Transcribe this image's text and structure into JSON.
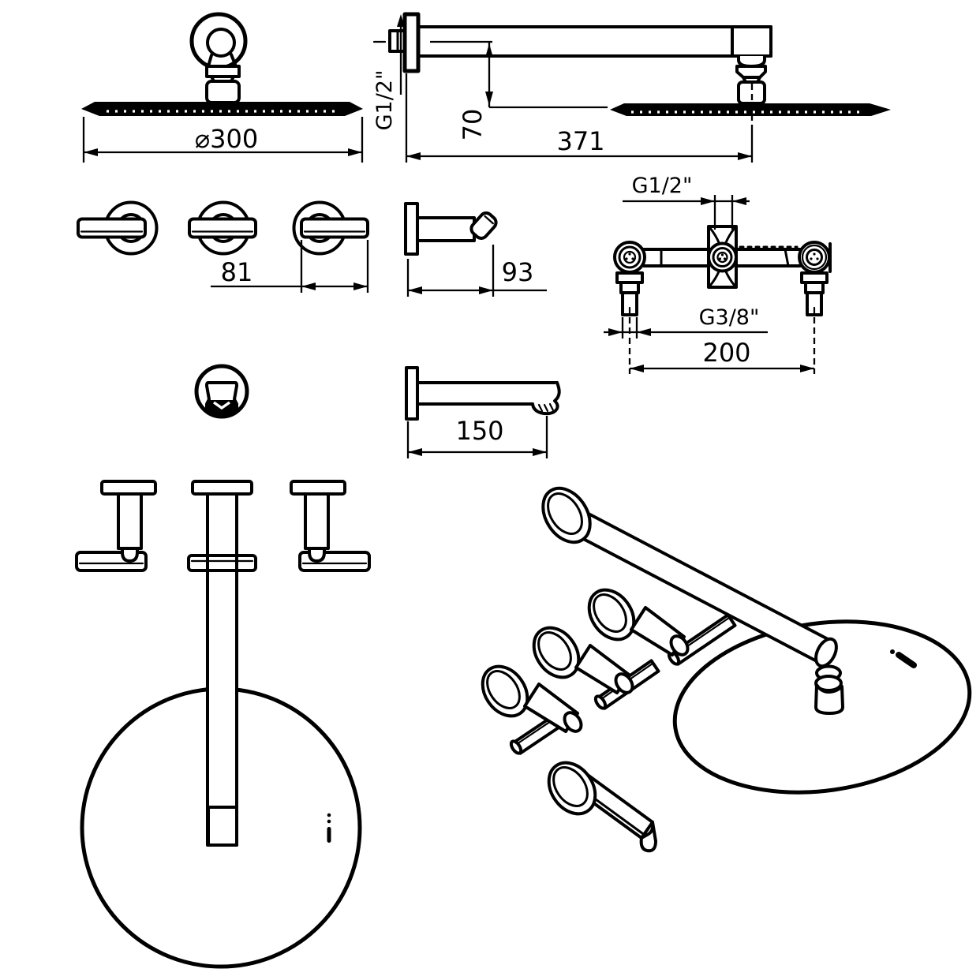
{
  "page": {
    "background": "#ffffff",
    "ink": "#000000",
    "kind": "technical-drawing"
  },
  "product": {
    "description": "Concealed bath/shower mixer set with overhead rain shower, wall arm, three lever handles, concealed valve body and bath spout"
  },
  "views": {
    "head_side": {
      "name": "overhead shower side view",
      "dim_diameter": "⌀300"
    },
    "arm_side": {
      "name": "wall shower arm side view",
      "thread": "G1/2\"",
      "dim_drop": "70",
      "dim_length": "371"
    },
    "handles_front": {
      "name": "lever handles front view",
      "dim_lever": "81"
    },
    "handle_side": {
      "name": "lever handle side view",
      "dim_depth": "93"
    },
    "valve_body": {
      "name": "concealed valve body front view",
      "thread_top": "G1/2\"",
      "thread_bottom": "G3/8\"",
      "dim_spacing": "200"
    },
    "spout_front": {
      "name": "bath spout front view"
    },
    "spout_side": {
      "name": "bath spout side view",
      "dim_length": "150"
    },
    "top_view": {
      "name": "mounted set top view"
    },
    "iso_view": {
      "name": "set perspective view"
    }
  }
}
